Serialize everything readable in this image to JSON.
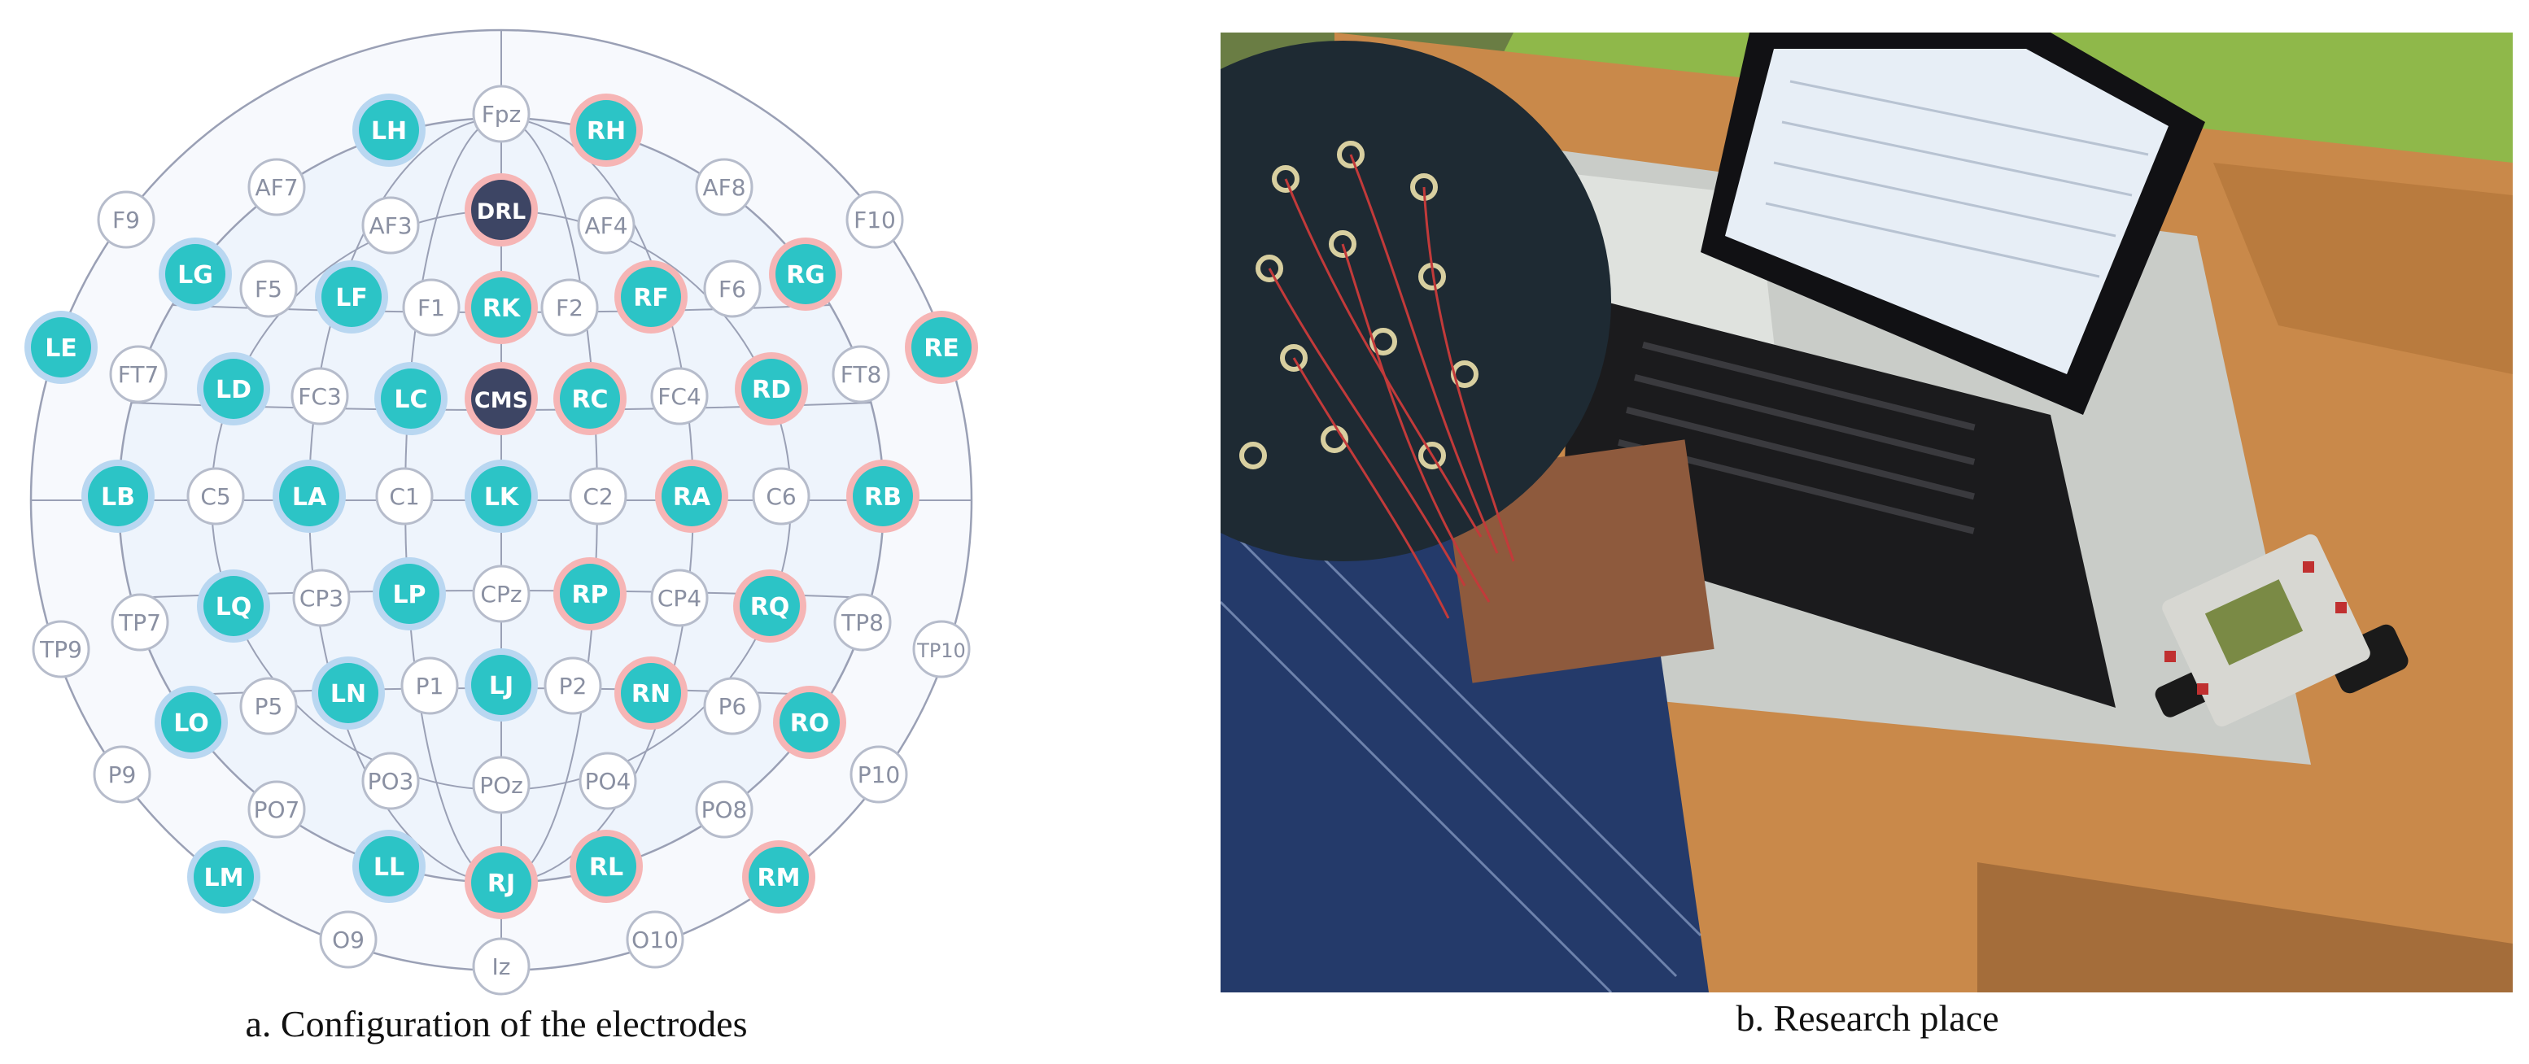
{
  "captions": {
    "a": "a. Configuration of the electrodes",
    "b": "b. Research place"
  },
  "colors": {
    "active": "#2cc4c6",
    "active_left_ring": "#b9d7f1",
    "active_right_ring": "#f6b5b5",
    "reference": "#3d4564",
    "passive_fill": "#ffffff",
    "passive_stroke": "#b6bccb",
    "grid": "#9aa0b5",
    "scalp_fill": "#eef4fc"
  },
  "electrodes": [
    {
      "label": "Fpz",
      "type": "passive"
    },
    {
      "label": "LH",
      "type": "active-left"
    },
    {
      "label": "RH",
      "type": "active-right"
    },
    {
      "label": "AF7",
      "type": "passive"
    },
    {
      "label": "AF8",
      "type": "passive"
    },
    {
      "label": "AF3",
      "type": "passive"
    },
    {
      "label": "AF4",
      "type": "passive"
    },
    {
      "label": "DRL",
      "type": "reference"
    },
    {
      "label": "F9",
      "type": "passive"
    },
    {
      "label": "F10",
      "type": "passive"
    },
    {
      "label": "LG",
      "type": "active-left"
    },
    {
      "label": "RG",
      "type": "active-right"
    },
    {
      "label": "F5",
      "type": "passive"
    },
    {
      "label": "F6",
      "type": "passive"
    },
    {
      "label": "LF",
      "type": "active-left"
    },
    {
      "label": "RF",
      "type": "active-right"
    },
    {
      "label": "F1",
      "type": "passive"
    },
    {
      "label": "F2",
      "type": "passive"
    },
    {
      "label": "RK",
      "type": "active-right"
    },
    {
      "label": "LE",
      "type": "active-left"
    },
    {
      "label": "RE",
      "type": "active-right"
    },
    {
      "label": "FT7",
      "type": "passive"
    },
    {
      "label": "FT8",
      "type": "passive"
    },
    {
      "label": "LD",
      "type": "active-left"
    },
    {
      "label": "RD",
      "type": "active-right"
    },
    {
      "label": "FC3",
      "type": "passive"
    },
    {
      "label": "FC4",
      "type": "passive"
    },
    {
      "label": "LC",
      "type": "active-left"
    },
    {
      "label": "RC",
      "type": "active-right"
    },
    {
      "label": "CMS",
      "type": "reference"
    },
    {
      "label": "LB",
      "type": "active-left"
    },
    {
      "label": "RB",
      "type": "active-right"
    },
    {
      "label": "C5",
      "type": "passive"
    },
    {
      "label": "C6",
      "type": "passive"
    },
    {
      "label": "LA",
      "type": "active-left"
    },
    {
      "label": "RA",
      "type": "active-right"
    },
    {
      "label": "C1",
      "type": "passive"
    },
    {
      "label": "C2",
      "type": "passive"
    },
    {
      "label": "LK",
      "type": "active-left"
    },
    {
      "label": "TP9",
      "type": "passive"
    },
    {
      "label": "TP10",
      "type": "passive"
    },
    {
      "label": "TP7",
      "type": "passive"
    },
    {
      "label": "TP8",
      "type": "passive"
    },
    {
      "label": "LQ",
      "type": "active-left"
    },
    {
      "label": "RQ",
      "type": "active-right"
    },
    {
      "label": "CP3",
      "type": "passive"
    },
    {
      "label": "CP4",
      "type": "passive"
    },
    {
      "label": "LP",
      "type": "active-left"
    },
    {
      "label": "RP",
      "type": "active-right"
    },
    {
      "label": "CPz",
      "type": "passive"
    },
    {
      "label": "LO",
      "type": "active-left"
    },
    {
      "label": "RO",
      "type": "active-right"
    },
    {
      "label": "P5",
      "type": "passive"
    },
    {
      "label": "P6",
      "type": "passive"
    },
    {
      "label": "LN",
      "type": "active-left"
    },
    {
      "label": "RN",
      "type": "active-right"
    },
    {
      "label": "P1",
      "type": "passive"
    },
    {
      "label": "P2",
      "type": "passive"
    },
    {
      "label": "LJ",
      "type": "active-left"
    },
    {
      "label": "P9",
      "type": "passive"
    },
    {
      "label": "P10",
      "type": "passive"
    },
    {
      "label": "PO7",
      "type": "passive"
    },
    {
      "label": "PO8",
      "type": "passive"
    },
    {
      "label": "PO3",
      "type": "passive"
    },
    {
      "label": "PO4",
      "type": "passive"
    },
    {
      "label": "POz",
      "type": "passive"
    },
    {
      "label": "LM",
      "type": "active-left"
    },
    {
      "label": "RM",
      "type": "active-right"
    },
    {
      "label": "LL",
      "type": "active-left"
    },
    {
      "label": "RL",
      "type": "active-right"
    },
    {
      "label": "RJ",
      "type": "active-right"
    },
    {
      "label": "O9",
      "type": "passive"
    },
    {
      "label": "O10",
      "type": "passive"
    },
    {
      "label": "Iz",
      "type": "passive"
    }
  ]
}
